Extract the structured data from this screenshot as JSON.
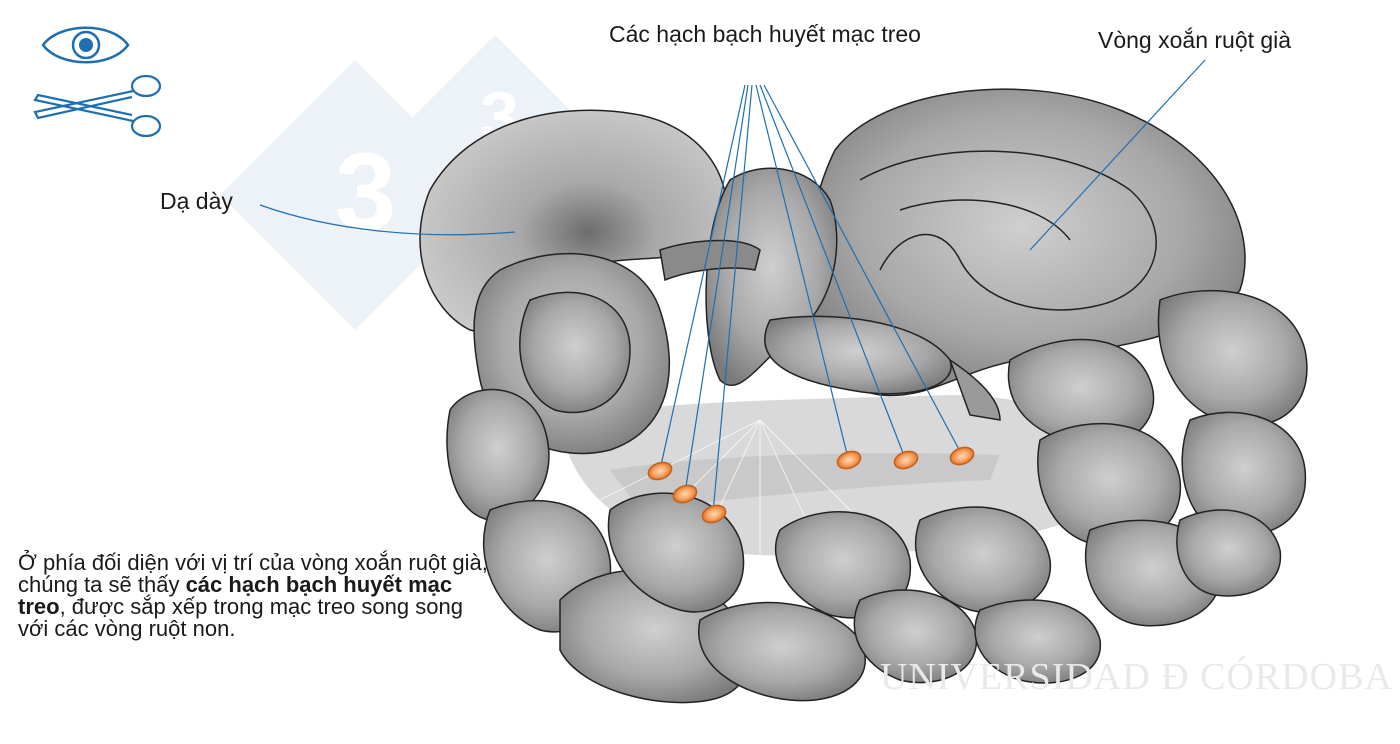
{
  "labels": {
    "mesenteric_nodes": "Các hạch bạch huyết mạc treo",
    "large_intestine": "Vòng xoắn ruột già",
    "stomach": "Dạ dày"
  },
  "caption": {
    "part1": "Ở phía đối diện với vị trí của vòng xoắn ruột già, chúng ta sẽ thấy ",
    "bold": "các hạch bạch huyết mạc treo",
    "part2": ", được sắp xếp trong mạc treo song song với các vòng ruột non."
  },
  "watermark": {
    "text": "UNIVERSIDAD Đ CÓRDOBA",
    "logo_digit": "3"
  },
  "colors": {
    "icon_blue": "#1f6fb0",
    "leader_blue": "#1f6fb0",
    "node_orange": "#f08a3c",
    "intestine_gray": "#8f8f8f",
    "mesentery_gray": "#d6d6d6"
  },
  "icons": [
    "eye-icon",
    "scissors-icon"
  ]
}
